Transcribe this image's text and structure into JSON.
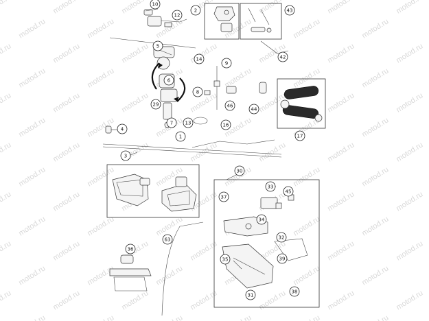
{
  "watermark": "motod.ru",
  "labels": [
    "10",
    "12",
    "2",
    "43",
    "5",
    "14",
    "9",
    "42",
    "6",
    "8",
    "46",
    "44",
    "29",
    "7",
    "13",
    "16",
    "4",
    "1",
    "17",
    "3",
    "30",
    "33",
    "45",
    "37",
    "34",
    "32",
    "36",
    "63",
    "35",
    "39",
    "31",
    "38"
  ]
}
